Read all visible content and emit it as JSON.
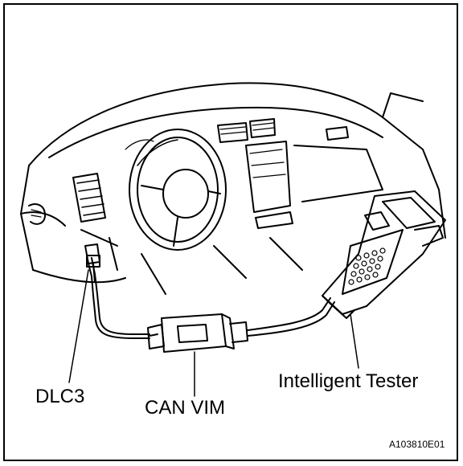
{
  "labels": {
    "dlc3": "DLC3",
    "can_vim": "CAN VIM",
    "intelligent_tester": "Intelligent Tester",
    "figure_ref": "A103810E01"
  },
  "colors": {
    "line": "#000000",
    "background": "#ffffff"
  }
}
